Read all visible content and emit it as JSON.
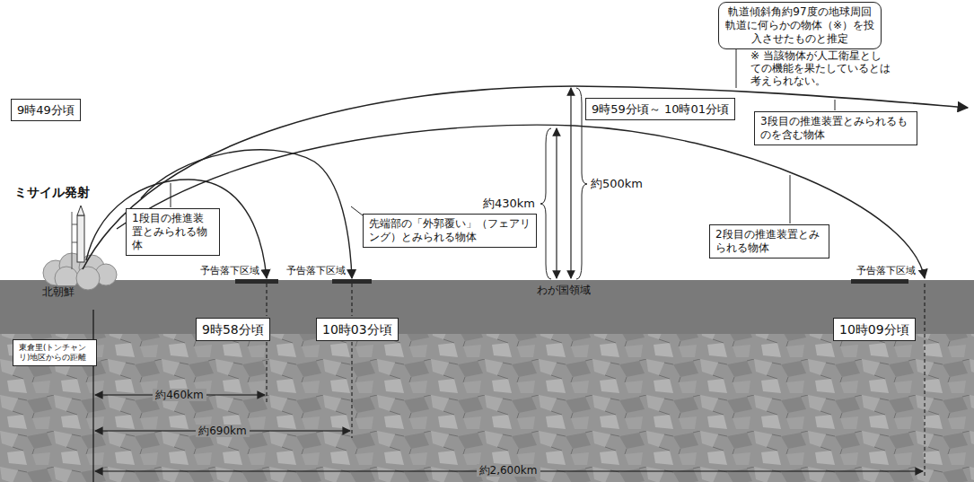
{
  "diagram": {
    "nodes": [
      {
        "text": [
          "9時49分頃"
        ]
      },
      {
        "text": [
          "1段目の推進装置とみられる物体"
        ]
      },
      {
        "text": [
          "先端部の「外郭覆い」（フェアリング）とみられる物体"
        ]
      },
      {
        "text": [
          "9時59分頃～ 10時01分頃"
        ]
      },
      {
        "text": [
          "軌道傾斜角約97度の地球周回軌道に何らかの物体（※）を投入させたものと推定"
        ]
      },
      {
        "text": [
          "3段目の推進装置とみられるものを含む物体"
        ]
      },
      {
        "text": [
          "2段目の推進装置とみられる物体"
        ]
      },
      {
        "text": [
          "9時58分頃"
        ]
      },
      {
        "text": [
          "10時03分頃"
        ]
      },
      {
        "text": [
          "10時09分頃"
        ]
      },
      {
        "text": [
          "東倉里(トンチャンリ)地区からの距離"
        ]
      }
    ],
    "labels": [
      "ミサイル発射",
      "※ 当該物体が人工衛星としての機能を果たしているとは考えられない。",
      "約430km",
      "約500km",
      "予告落下区域",
      "予告落下区域",
      "予告落下区域",
      "北朝鮮",
      "わが国領域",
      "約460km",
      "約690km",
      "約2,600km"
    ]
  }
}
